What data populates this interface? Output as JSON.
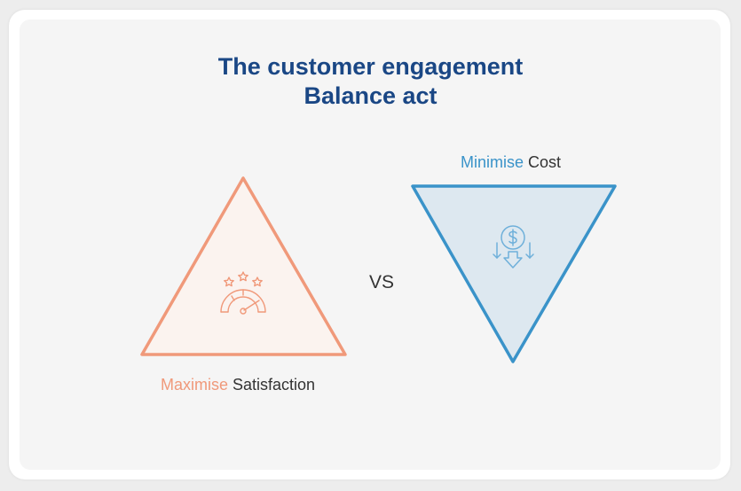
{
  "title": {
    "line1": "The customer engagement",
    "line2": "Balance act"
  },
  "left": {
    "highlight": "Maximise",
    "rest": " Satisfaction",
    "icon": "satisfaction-gauge-icon",
    "color": "#f0997a"
  },
  "right": {
    "highlight": "Minimise",
    "rest": " Cost",
    "icon": "cost-reduction-icon",
    "color": "#3a93c9"
  },
  "vs": "VS",
  "colors": {
    "title": "#1a4785",
    "triangle_up_fill": "#fbf3ef",
    "triangle_down_fill": "#dde8f0"
  }
}
